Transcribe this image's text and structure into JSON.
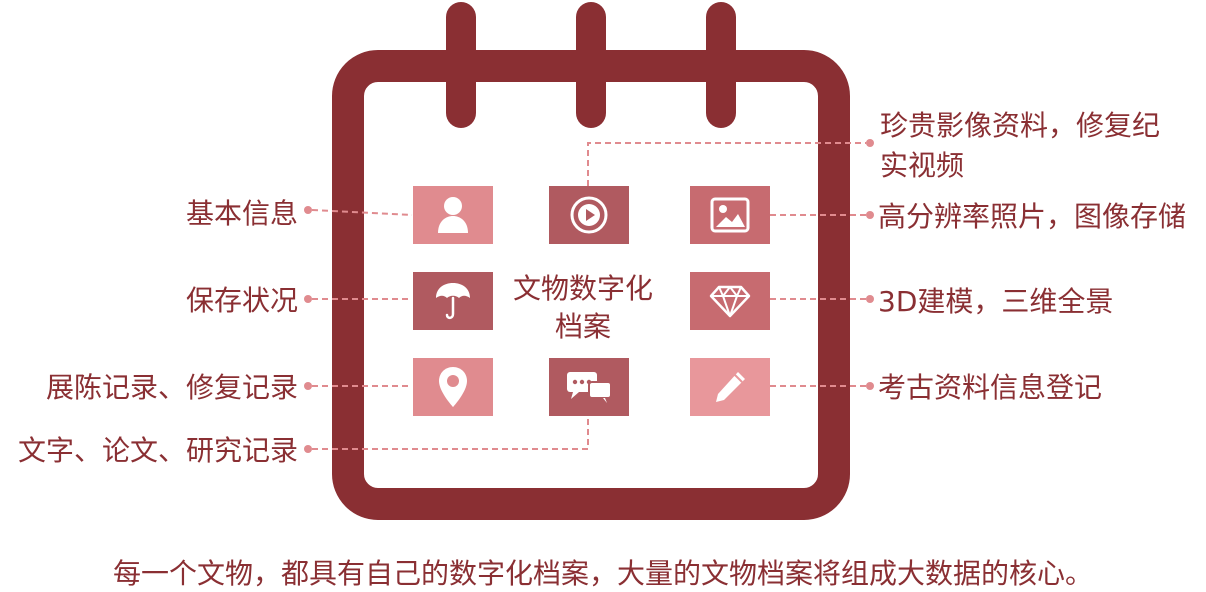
{
  "center_title": "文物数字化档案",
  "center_title_line1": "文物数字化",
  "center_title_line2": "档案",
  "left_labels": {
    "basic_info": "基本信息",
    "preservation": "保存状况",
    "exhibit_records": "展陈记录、修复记录",
    "text_records": "文字、论文、研究记录"
  },
  "right_labels": {
    "precious_media_line1": "珍贵影像资料，修复纪",
    "precious_media_line2": "实视频",
    "photos": "高分辨率照片，图像存储",
    "modeling": "3D建模，三维全景",
    "archaeology": "考古资料信息登记"
  },
  "caption": "每一个文物，都具有自己的数字化档案，大量的文物档案将组成大数据的核心。",
  "icons": [
    "user-icon",
    "play-icon",
    "image-icon",
    "umbrella-icon",
    "diamond-icon",
    "location-pin-icon",
    "chat-icon",
    "pencil-icon"
  ],
  "colors": {
    "frame": "#8a2f33",
    "tile_light": "#e08b8f",
    "tile_dark": "#b05a60",
    "line": "#e08b8f",
    "text": "#8a2f33"
  }
}
